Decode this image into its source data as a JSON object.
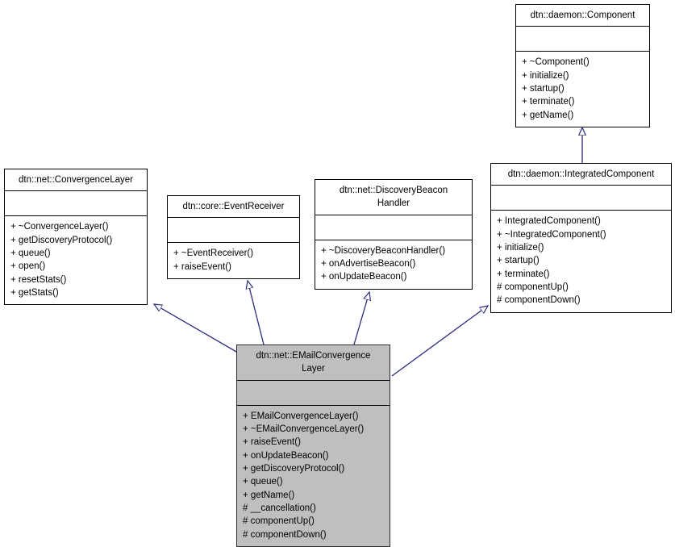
{
  "diagram": {
    "type": "uml-class-diagram",
    "relationship": "generalization",
    "arrow_color": "#2b2b80",
    "highlight_fill": "#bfbfbf",
    "border_color": "#000000",
    "background": "#ffffff"
  },
  "classes": {
    "component": {
      "name": "dtn::daemon::Component",
      "attributes": [],
      "operations": [
        "+ ~Component()",
        "+ initialize()",
        "+ startup()",
        "+ terminate()",
        "+ getName()"
      ]
    },
    "integrated_component": {
      "name": "dtn::daemon::IntegratedComponent",
      "attributes": [],
      "operations": [
        "+ IntegratedComponent()",
        "+ ~IntegratedComponent()",
        "+ initialize()",
        "+ startup()",
        "+ terminate()",
        "# componentUp()",
        "# componentDown()"
      ]
    },
    "convergence_layer": {
      "name": "dtn::net::ConvergenceLayer",
      "attributes": [],
      "operations": [
        "+ ~ConvergenceLayer()",
        "+ getDiscoveryProtocol()",
        "+ queue()",
        "+ open()",
        "+ resetStats()",
        "+ getStats()"
      ]
    },
    "event_receiver": {
      "name": "dtn::core::EventReceiver",
      "attributes": [],
      "operations": [
        "+ ~EventReceiver()",
        "+ raiseEvent()"
      ]
    },
    "discovery_beacon_handler": {
      "name": "dtn::net::DiscoveryBeacon\nHandler",
      "attributes": [],
      "operations": [
        "+ ~DiscoveryBeaconHandler()",
        "+ onAdvertiseBeacon()",
        "+ onUpdateBeacon()"
      ]
    },
    "email_convergence_layer": {
      "name": "dtn::net::EMailConvergence\nLayer",
      "attributes": [],
      "operations": [
        "+ EMailConvergenceLayer()",
        "+ ~EMailConvergenceLayer()",
        "+ raiseEvent()",
        "+ onUpdateBeacon()",
        "+ getDiscoveryProtocol()",
        "+ queue()",
        "+ getName()",
        "# __cancellation()",
        "# componentUp()",
        "# componentDown()"
      ]
    }
  },
  "edges": [
    {
      "from": "integrated_component",
      "to": "component",
      "kind": "inheritance"
    },
    {
      "from": "email_convergence_layer",
      "to": "convergence_layer",
      "kind": "inheritance"
    },
    {
      "from": "email_convergence_layer",
      "to": "event_receiver",
      "kind": "inheritance"
    },
    {
      "from": "email_convergence_layer",
      "to": "discovery_beacon_handler",
      "kind": "inheritance"
    },
    {
      "from": "email_convergence_layer",
      "to": "integrated_component",
      "kind": "inheritance"
    }
  ]
}
